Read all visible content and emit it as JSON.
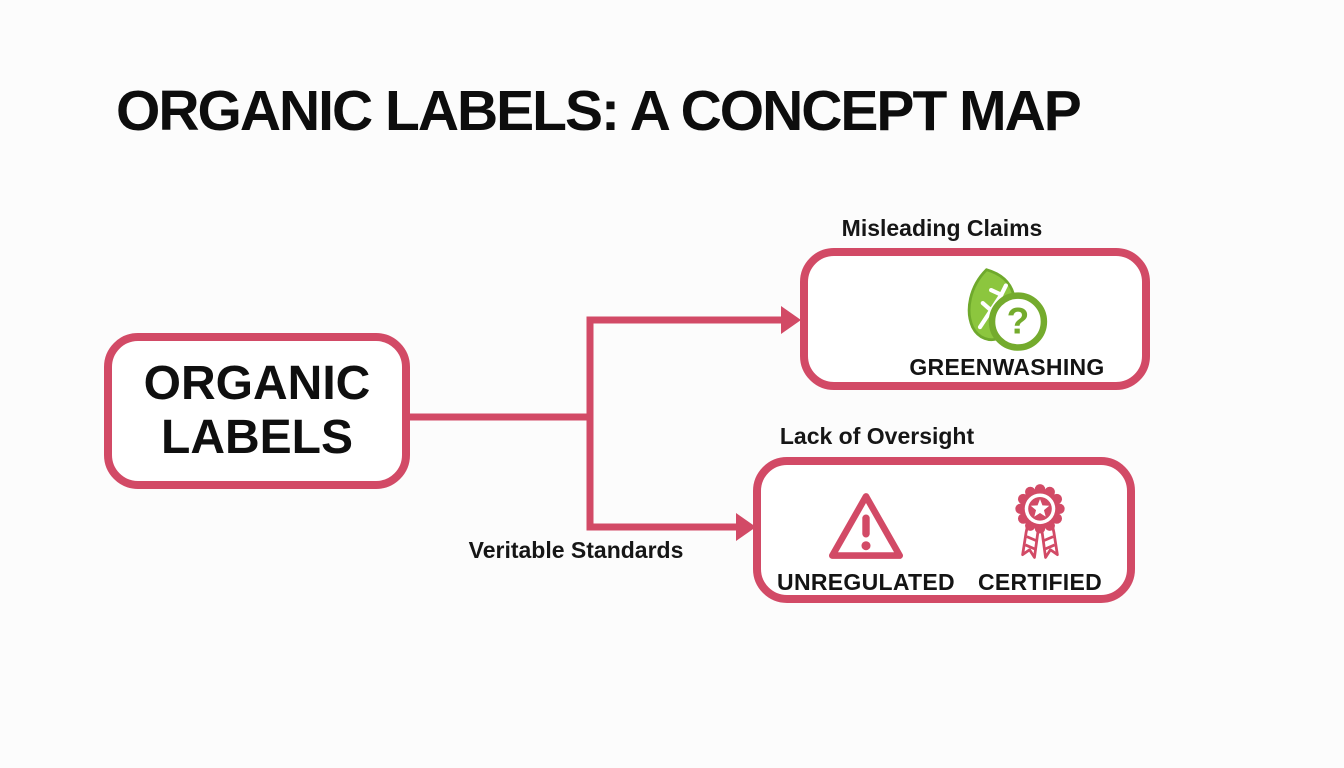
{
  "title": "ORGANIC LABELS: A CONCEPT MAP",
  "root": {
    "line1": "ORGANIC",
    "line2": "LABELS"
  },
  "branches": [
    {
      "edge_label": "Misleading Claims",
      "items": [
        {
          "label": "GREENWASHING",
          "icon": "greenwashing-leaf-question-icon"
        }
      ]
    },
    {
      "edge_label": "Lack of Oversight",
      "branch_note": "Veritable Standards",
      "items": [
        {
          "label": "UNREGULATED",
          "icon": "warning-triangle-icon"
        },
        {
          "label": "CERTIFIED",
          "icon": "award-ribbon-icon"
        }
      ]
    }
  ],
  "colors": {
    "accent": "#d24a66",
    "leaf_green": "#8cc63e",
    "leaf_edge_green": "#6fa92c",
    "circle_green": "#74ab2d",
    "text": "#0f0f0f",
    "background": "#fcfcfc"
  }
}
